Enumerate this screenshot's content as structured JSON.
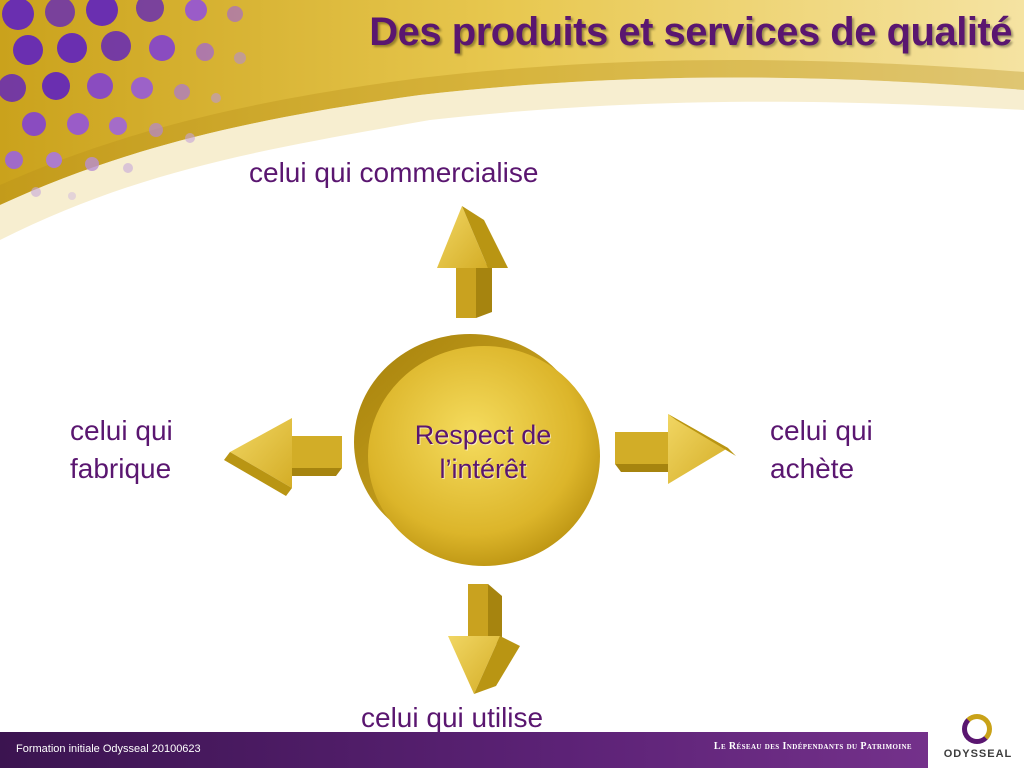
{
  "slide": {
    "title": "Des produits et services de qualité"
  },
  "diagram": {
    "center_lines": [
      "Respect de",
      "l’intérêt"
    ],
    "top_label": "celui qui commercialise",
    "left_label_lines": [
      "celui qui",
      "fabrique"
    ],
    "right_label_lines": [
      "celui qui",
      "achète"
    ],
    "bottom_label": "celui qui utilise"
  },
  "footer": {
    "left_text": "Formation initiale Odysseal 20100623",
    "right_text": "Le Réseau des Indépendants du Patrimoine",
    "logo_text": "ODYSSEAL"
  },
  "colors": {
    "title": "#5a1670",
    "label": "#5a1670",
    "gold": "#d8b52a",
    "gold_dark": "#a98a12",
    "footer": "#4a1a62",
    "dots_purple": "#6a2fb0"
  }
}
